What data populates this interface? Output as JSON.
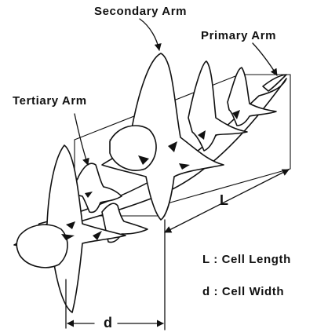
{
  "labels": {
    "secondary_arm": "Secondary Arm",
    "primary_arm": "Primary Arm",
    "tertiary_arm": "Tertiary Arm",
    "cell_length_symbol": "L",
    "cell_width_symbol": "d"
  },
  "legend": {
    "cell_length": "L : Cell Length",
    "cell_width": "d : Cell Width"
  },
  "colors": {
    "ink": "#111111",
    "fill": "#ffffff"
  }
}
